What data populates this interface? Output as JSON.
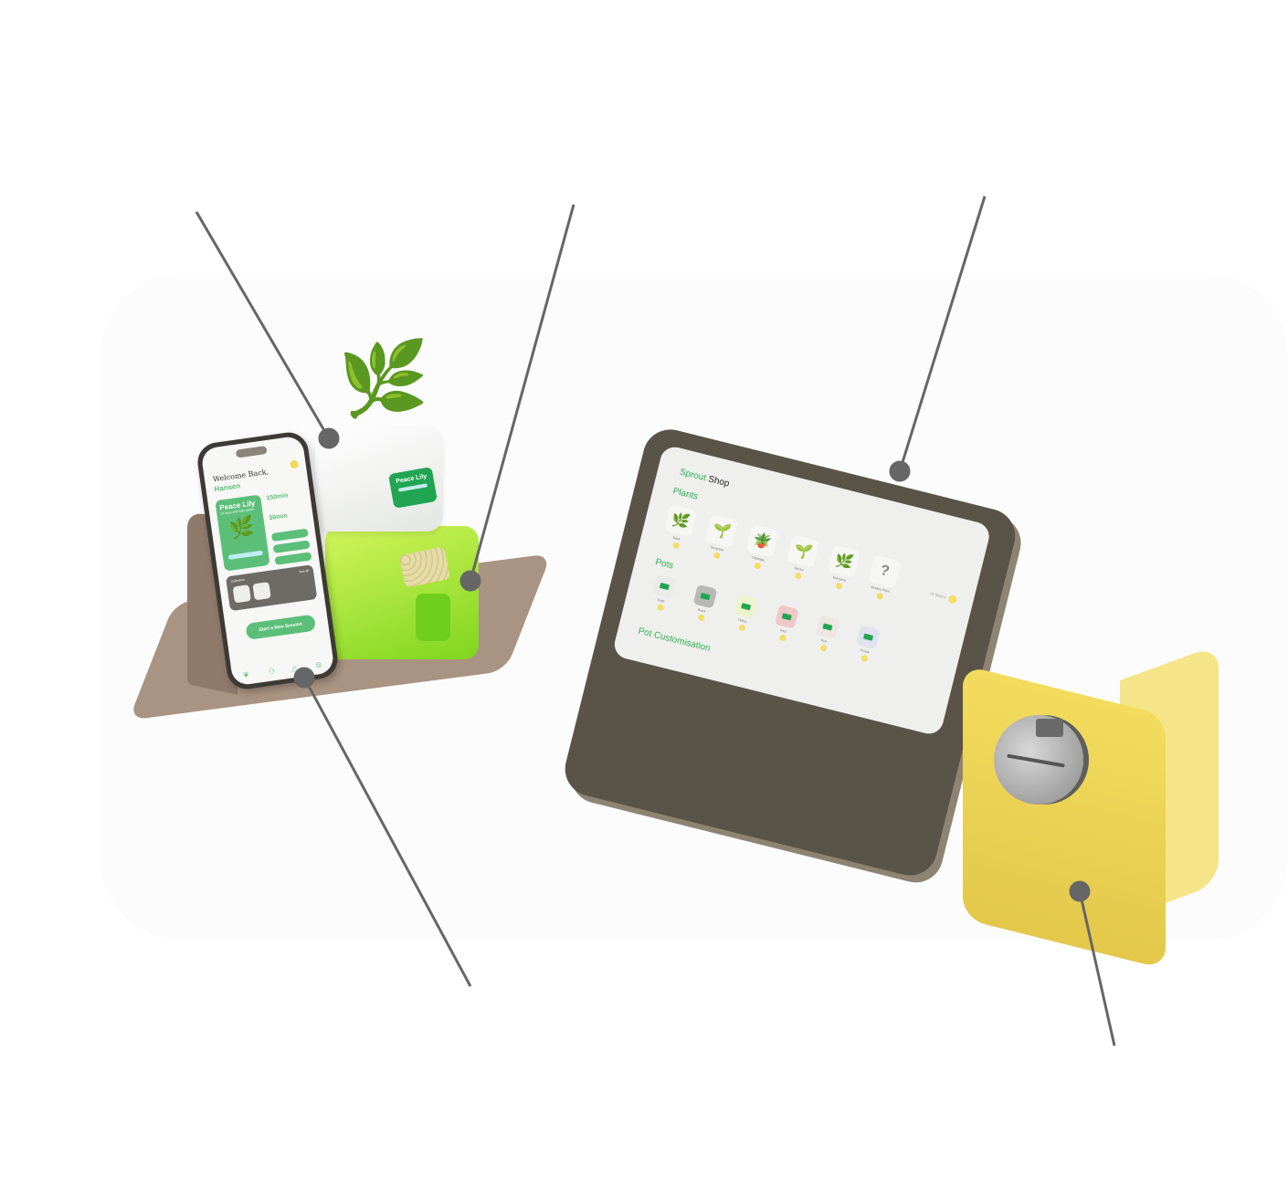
{
  "scene": {
    "description": "Product render with callout lines: smartphone app, plant pot, seed dispenser, tablet shop and yellow coin box",
    "colors": {
      "brand_green": "#5cbf79",
      "label_green": "#21a552",
      "dispenser_lime": "#a6e632",
      "tray_brown": "#a99382",
      "tablet_frame": "#5a5448",
      "coin_yellow": "#f4dd66",
      "box_yellow": "#f3dc5d",
      "callout_gray": "#666666"
    }
  },
  "phone_app": {
    "greeting": "Welcome Back,",
    "user_name": "Hansen",
    "featured_plant": {
      "name": "Peace Lily",
      "subtitle": "14 days until fully grown"
    },
    "stats": [
      {
        "value": "150min"
      },
      {
        "value": "30min"
      }
    ],
    "action_buttons": 3,
    "collection": {
      "label": "Collection",
      "see_all": "See all"
    },
    "start_button": "Start a New Session",
    "nav_icons": [
      "plant-icon",
      "friends-icon",
      "shop-icon",
      "settings-icon"
    ]
  },
  "pot_display": {
    "plant_name": "Peace Lily"
  },
  "tablet_shop": {
    "title_green": "Sprout",
    "title_dark": "Shop",
    "coins_label": "70 Tokens",
    "sections": {
      "plants": "Plants",
      "pots": "Pots",
      "pot_customisation": "Pot Customisation"
    },
    "plants": [
      {
        "name": "Basil",
        "icon": "🌿"
      },
      {
        "name": "Sungrass",
        "icon": "🌱"
      },
      {
        "name": "Cabbage",
        "icon": "🪴"
      },
      {
        "name": "Sprout",
        "icon": "🌱"
      },
      {
        "name": "Monstera",
        "icon": "🌿"
      },
      {
        "name": "Mystery Plant",
        "icon": "?"
      }
    ],
    "pots": [
      {
        "name": "Sage",
        "color": "#e9ece6"
      },
      {
        "name": "Black",
        "color": "#b8b8b6"
      },
      {
        "name": "Yellow",
        "color": "#eef4cf"
      },
      {
        "name": "Red",
        "color": "#f0c8c8"
      },
      {
        "name": "Pink",
        "color": "#efe6e2"
      },
      {
        "name": "Purple",
        "color": "#dfe3ef"
      }
    ]
  }
}
